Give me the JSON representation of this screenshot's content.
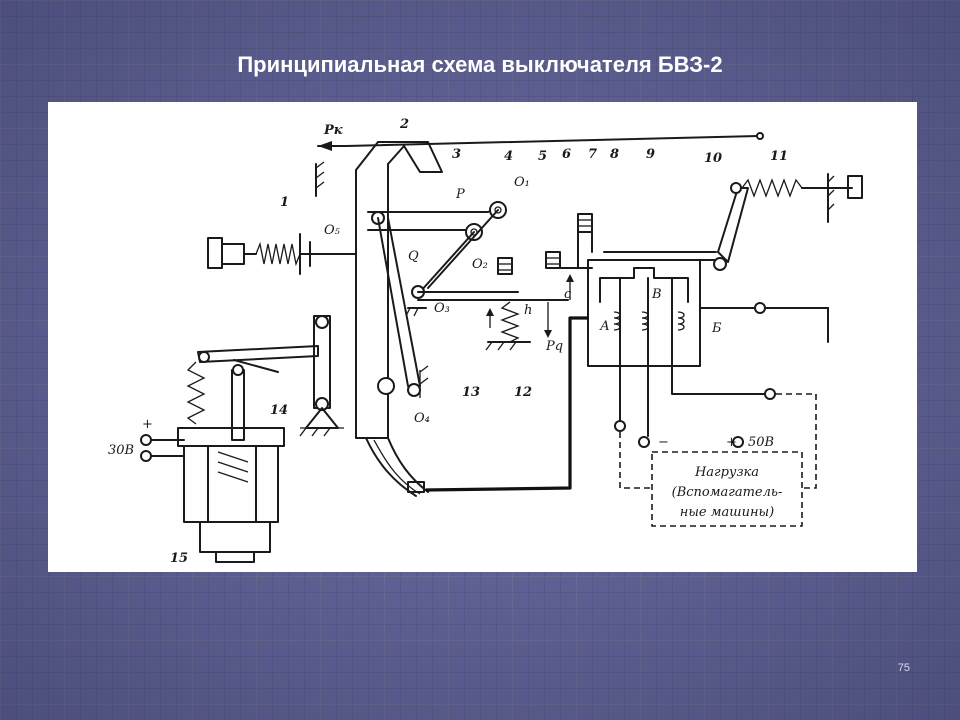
{
  "slide": {
    "title": "Принципиальная схема выключателя БВЗ-2",
    "page_number": "75"
  },
  "diagram": {
    "part_numbers": [
      "1",
      "2",
      "3",
      "4",
      "5",
      "6",
      "7",
      "8",
      "9",
      "10",
      "11",
      "12",
      "13",
      "14",
      "15"
    ],
    "pivot_labels": {
      "o1": "O₁",
      "o2": "O₂",
      "o3": "O₃",
      "o4": "O₄",
      "o5": "O₅"
    },
    "force_labels": {
      "pk": "Pк",
      "p": "P",
      "q": "Q",
      "pq": "Pq",
      "c": "с",
      "h": "h"
    },
    "coil_labels": {
      "a": "А",
      "b": "Б",
      "v": "В"
    },
    "voltages": {
      "v30": "30В",
      "v50": "50В",
      "plus": "+",
      "minus": "−",
      "plus2": "+"
    },
    "load_box": {
      "line1": "Нагрузка",
      "line2": "(Вспомагатель-",
      "line3": "ные машины)"
    }
  }
}
